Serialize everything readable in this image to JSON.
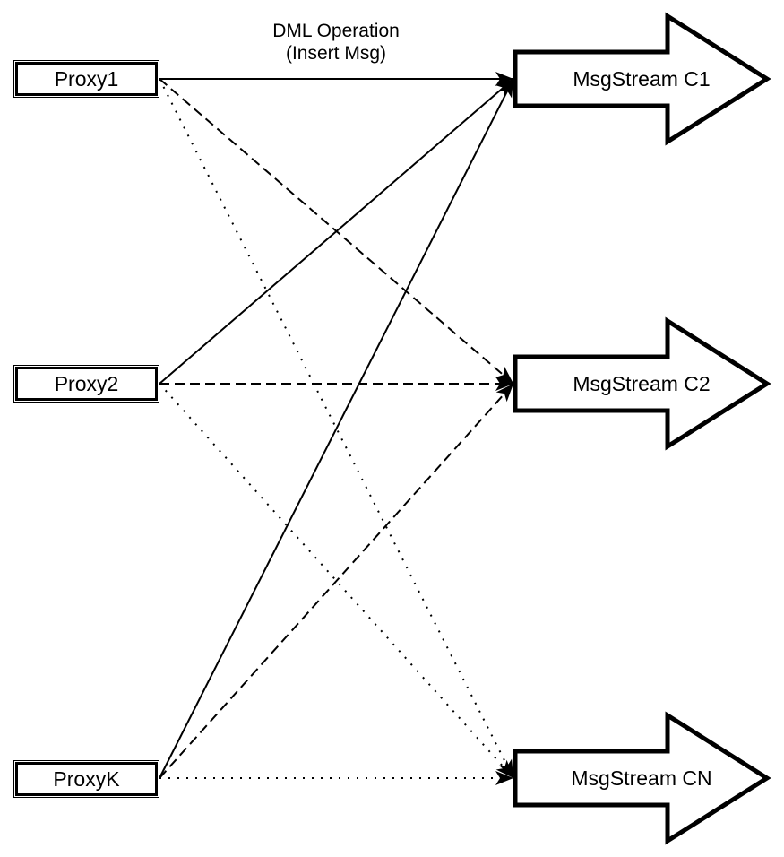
{
  "diagram": {
    "annotation": {
      "line1": "DML Operation",
      "line2": "(Insert Msg)"
    },
    "proxies": [
      {
        "id": "proxy1",
        "label": "Proxy1"
      },
      {
        "id": "proxy2",
        "label": "Proxy2"
      },
      {
        "id": "proxyk",
        "label": "ProxyK"
      }
    ],
    "streams": [
      {
        "id": "c1",
        "label": "MsgStream C1"
      },
      {
        "id": "c2",
        "label": "MsgStream C2"
      },
      {
        "id": "cn",
        "label": "MsgStream CN"
      }
    ],
    "edges": [
      {
        "from": "proxy1",
        "to": "c1",
        "style": "solid"
      },
      {
        "from": "proxy2",
        "to": "c1",
        "style": "solid"
      },
      {
        "from": "proxyk",
        "to": "c1",
        "style": "solid"
      },
      {
        "from": "proxy1",
        "to": "c2",
        "style": "dashed"
      },
      {
        "from": "proxy2",
        "to": "c2",
        "style": "dashed"
      },
      {
        "from": "proxyk",
        "to": "c2",
        "style": "dashed"
      },
      {
        "from": "proxy1",
        "to": "cn",
        "style": "dotted"
      },
      {
        "from": "proxy2",
        "to": "cn",
        "style": "dotted"
      },
      {
        "from": "proxyk",
        "to": "cn",
        "style": "dotted"
      }
    ],
    "colors": {
      "background": "#ffffff",
      "line": "#000000",
      "shape_fill": "#ffffff",
      "shape_stroke": "#000000"
    }
  }
}
